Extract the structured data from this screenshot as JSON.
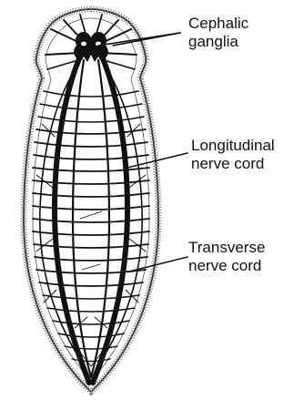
{
  "labels": {
    "cephalic_ganglia": [
      "Cephalic",
      "ganglia"
    ],
    "longitudinal_nerve_cord": [
      "Longitudinal",
      "nerve cord"
    ],
    "transverse_nerve_cord": [
      "Transverse",
      "nerve cord"
    ]
  },
  "colors": {
    "ink": "#111111",
    "background": "#ffffff",
    "body_stipple": "#8a8a8a"
  }
}
